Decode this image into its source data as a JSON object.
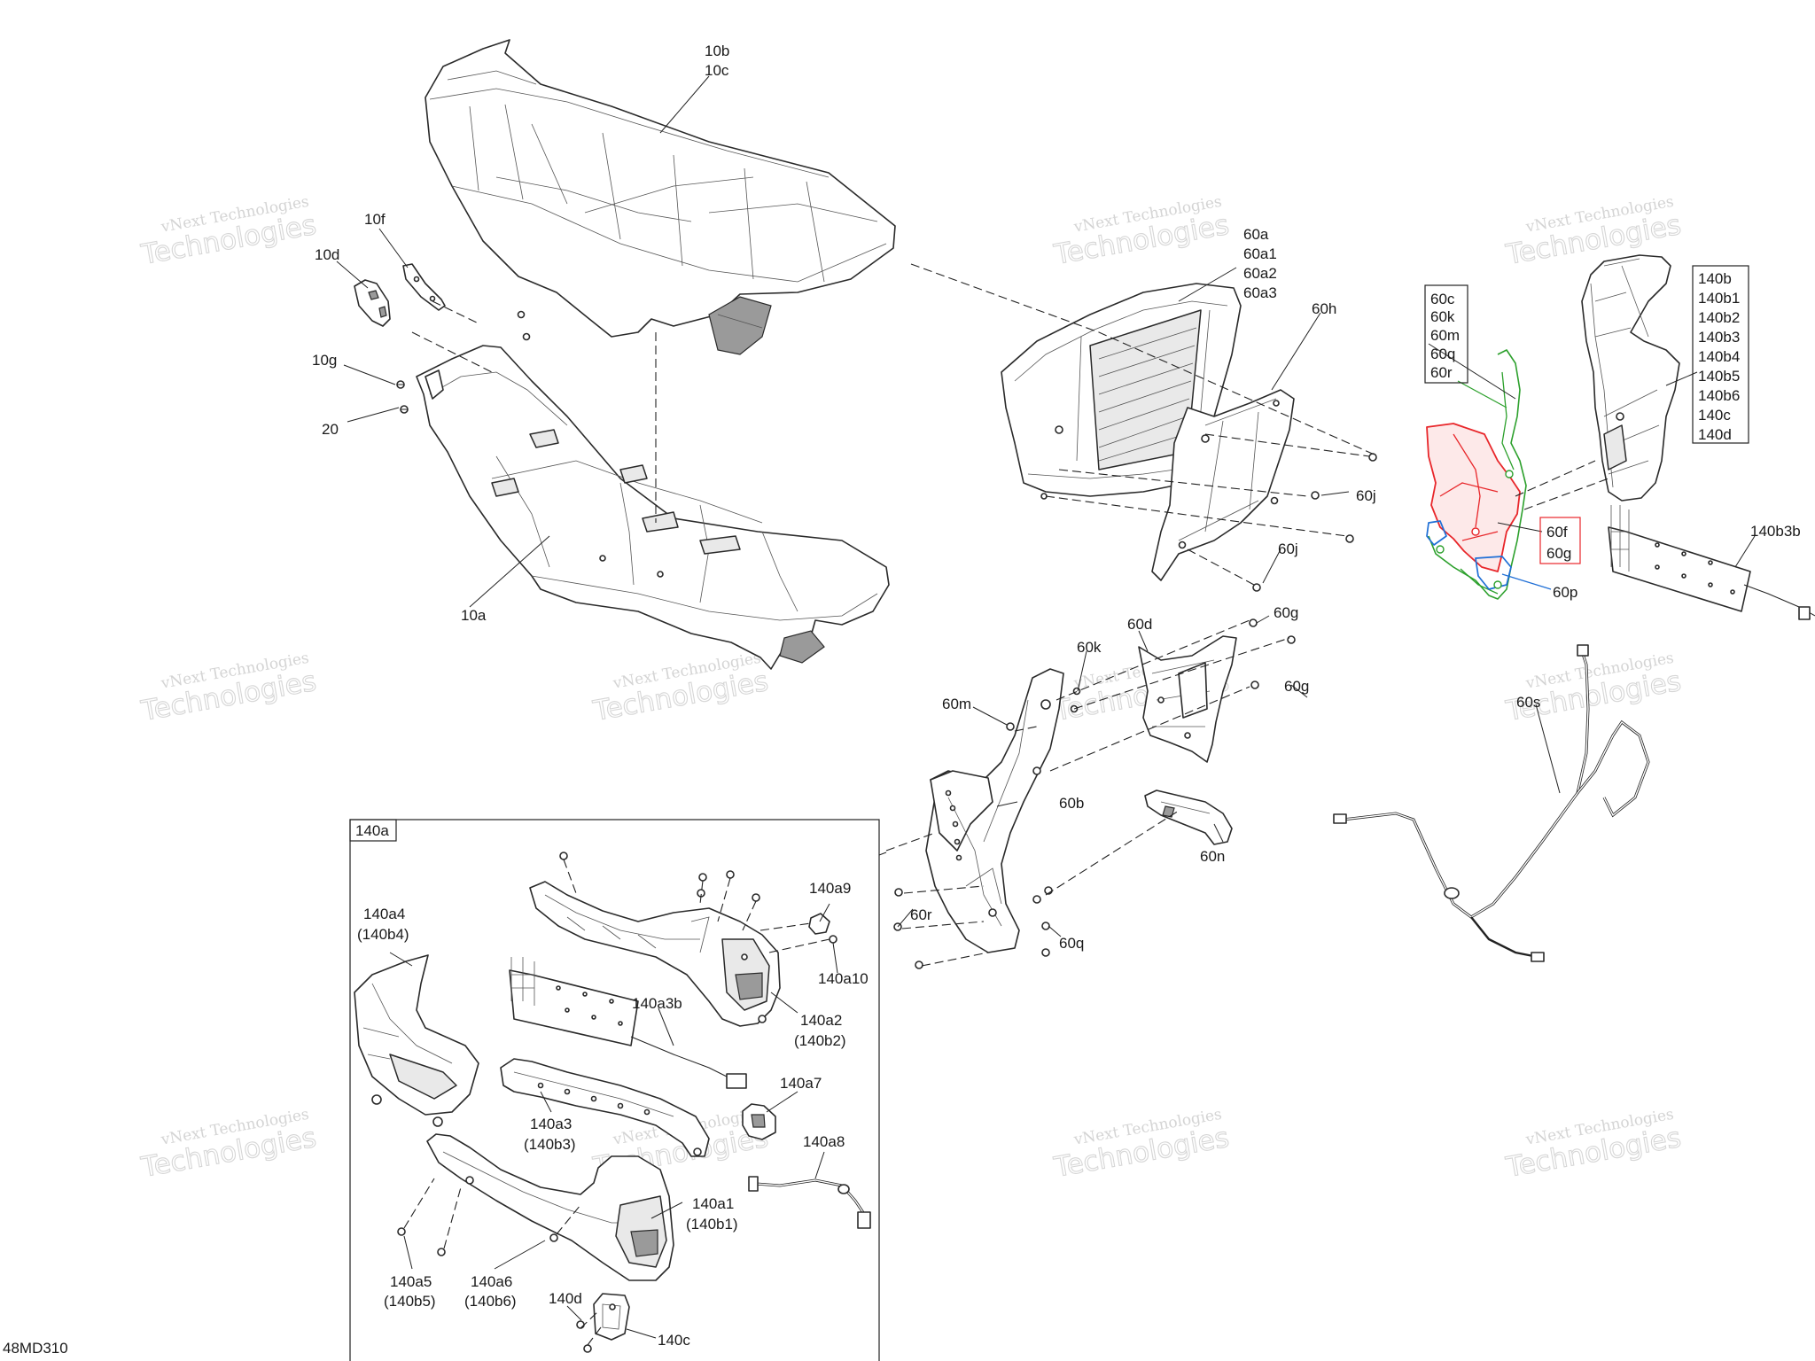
{
  "diagram_id": "48MD310",
  "watermark": {
    "line1": "vNext Technologies",
    "line2": "Technologies"
  },
  "callouts": {
    "seat_cover": [
      "10b",
      "10c"
    ],
    "r10f": "10f",
    "r10d": "10d",
    "r10g": "10g",
    "r20": "20",
    "r10a": "10a",
    "panel": [
      "60a",
      "60a1",
      "60a2",
      "60a3"
    ],
    "r60h": "60h",
    "r60j_a": "60j",
    "r60j_b": "60j",
    "r60g_a": "60g",
    "r60g_b": "60g",
    "r60d": "60d",
    "r60k": "60k",
    "r60m": "60m",
    "r60b": "60b",
    "r60r": "60r",
    "r60q": "60q",
    "r60n": "60n",
    "r60s": "60s",
    "group_60": [
      "60c",
      "60k",
      "60m",
      "60q",
      "60r"
    ],
    "group_60f": [
      "60f",
      "60g"
    ],
    "r60p": "60p",
    "group_140b": [
      "140b",
      "140b1",
      "140b2",
      "140b3",
      "140b4",
      "140b5",
      "140b6",
      "140c",
      "140d"
    ],
    "r140b3b": "140b3b",
    "inset_title": "140a",
    "r140a9": "140a9",
    "r140a10": "140a10",
    "r140a2": [
      "140a2",
      "(140b2)"
    ],
    "r140a4": [
      "140a4",
      "(140b4)"
    ],
    "r140a3b": "140a3b",
    "r140a7": "140a7",
    "r140a3": [
      "140a3",
      "(140b3)"
    ],
    "r140a8": "140a8",
    "r140a1": [
      "140a1",
      "(140b1)"
    ],
    "r140a5": [
      "140a5",
      "(140b5)"
    ],
    "r140a6": [
      "140a6",
      "(140b6)"
    ],
    "r140d": "140d",
    "r140c": "140c"
  },
  "colors": {
    "red": "#e8262a",
    "green": "#2ca02c",
    "blue": "#1f6fd6",
    "line": "#222222"
  }
}
